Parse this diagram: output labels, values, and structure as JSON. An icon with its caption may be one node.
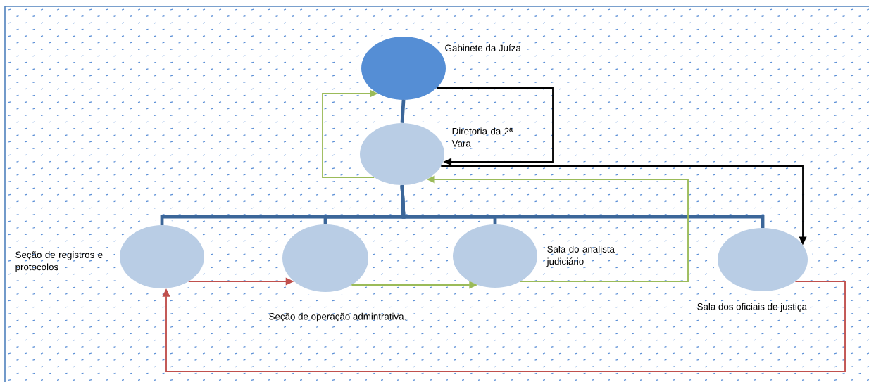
{
  "diagram": {
    "nodes": [
      {
        "text": [
          "Gabinete da Juíza"
        ]
      },
      {
        "text": [
          "Diretoria da 2ª Vara"
        ]
      },
      {
        "text": [
          "Seção de registros e protocolos"
        ]
      },
      {
        "text": [
          "Seção de operação admintrativa."
        ]
      },
      {
        "text": [
          "Sala do analista judiciário"
        ]
      },
      {
        "text": [
          "Sala dos oficiais de justiça"
        ]
      }
    ],
    "edges": [
      {
        "from": 0,
        "to": 1,
        "arrow": "none",
        "style": "thick"
      },
      {
        "from": 1,
        "to": 2,
        "arrow": "none",
        "style": "thick"
      },
      {
        "from": 1,
        "to": 3,
        "arrow": "none",
        "style": "thick"
      },
      {
        "from": 1,
        "to": 4,
        "arrow": "none",
        "style": "thick"
      },
      {
        "from": 1,
        "to": 5,
        "arrow": "none",
        "style": "thick"
      },
      {
        "from": 1,
        "to": 0,
        "arrow": "to",
        "color": "#9bbb59"
      },
      {
        "from": 0,
        "to": 1,
        "arrow": "to",
        "color": "#000000"
      },
      {
        "from": 1,
        "to": 5,
        "arrow": "to",
        "color": "#000000"
      },
      {
        "from": 4,
        "to": 1,
        "arrow": "to",
        "color": "#9bbb59"
      },
      {
        "from": 2,
        "to": 3,
        "arrow": "to",
        "color": "#c0504d"
      },
      {
        "from": 3,
        "to": 4,
        "arrow": "to",
        "color": "#9bbb59"
      },
      {
        "from": 5,
        "to": 2,
        "arrow": "to",
        "color": "#c0504d"
      }
    ]
  }
}
